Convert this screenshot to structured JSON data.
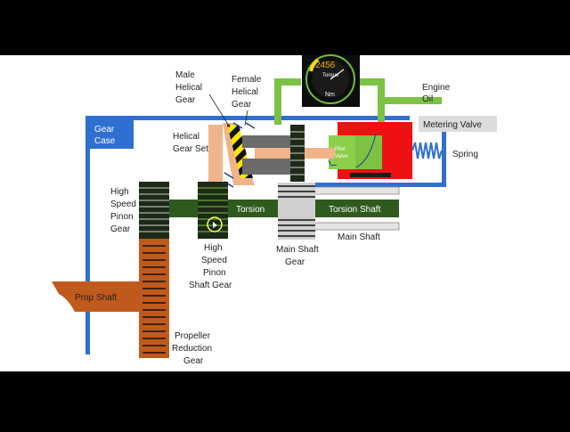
{
  "labels": {
    "male_helical_gear": [
      "Male",
      "Helical",
      "Gear"
    ],
    "female_helical_gear": [
      "Female",
      "Helical",
      "Gear"
    ],
    "helical_gear_set": [
      "Helical",
      "Gear Set"
    ],
    "gear_case": [
      "Gear",
      "Case"
    ],
    "engine_oil": [
      "Engine",
      "Oil"
    ],
    "metering_valve": "Metering Valve",
    "spring": "Spring",
    "high_speed_pinon_gear": [
      "High",
      "Speed",
      "Pinon",
      "Gear"
    ],
    "torsion_short": "Torsion",
    "torsion_shaft": "Torsion Shaft",
    "main_shaft": "Main Shaft",
    "high_speed_pinon_shaft_gear": [
      "High",
      "Speed",
      "Pinon",
      "Shaft Gear"
    ],
    "main_shaft_gear": [
      "Main Shaft",
      "Gear"
    ],
    "prop_shaft": "Prop Shaft",
    "propeller_reduction_gear": [
      "Propeller",
      "Reduction",
      "Gear"
    ],
    "pilot_valve": [
      "Pilot",
      "Valve"
    ]
  },
  "gauge": {
    "reading": "2456",
    "title": "Torque",
    "unit": "Nm"
  },
  "colors": {
    "gear_case_blue": "#2f6fd1",
    "oil_green": "#7cc243",
    "shaft_green": "#2f5a1e",
    "valve_red": "#ee1111",
    "pilot_green": "#8ccf4a",
    "prop_brown": "#c05a1c",
    "helical_tan": "#f0b48a",
    "gear_dark": "#1c2a17",
    "gear_grey": "#cfcfcf",
    "bar_grey": "#6b6b6b"
  }
}
